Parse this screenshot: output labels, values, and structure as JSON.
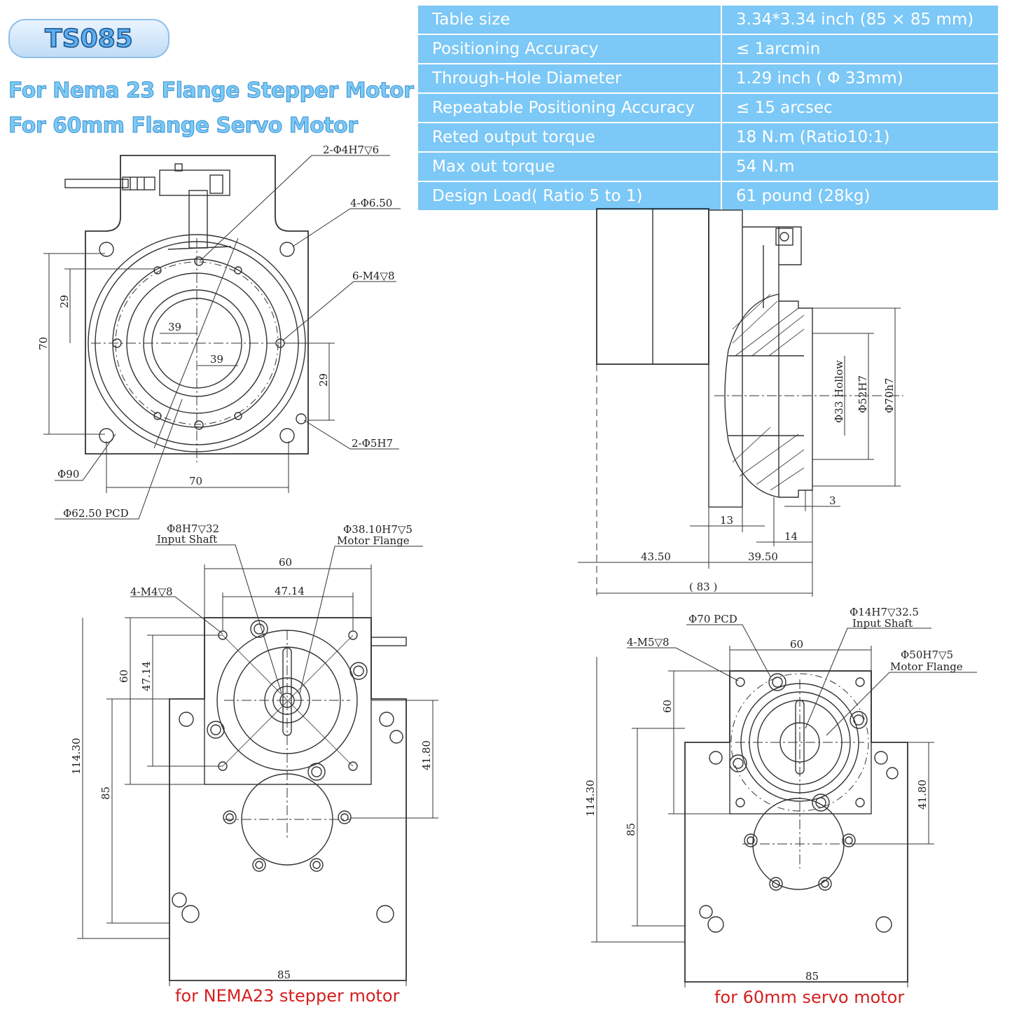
{
  "header": {
    "model": "TS085",
    "subtitle_1": "For Nema 23 Flange Stepper Motor",
    "subtitle_2": "For 60mm Flange Servo Motor"
  },
  "specs": [
    {
      "label": "Table size",
      "value": "3.34*3.34 inch (85 × 85 mm)"
    },
    {
      "label": "Positioning Accuracy",
      "value": "≤ 1arcmin"
    },
    {
      "label": "Through-Hole Diameter",
      "value": "1.29 inch ( Φ 33mm)"
    },
    {
      "label": "Repeatable Positioning Accuracy",
      "value": "≤ 15 arcsec"
    },
    {
      "label": "Reted output torque",
      "value": "18 N.m (Ratio10:1)"
    },
    {
      "label": "Max out torque",
      "value": "54 N.m"
    },
    {
      "label": "Design Load( Ratio 5 to 1)",
      "value": "61  pound (28kg)"
    }
  ],
  "top_view": {
    "callouts": [
      "2-Φ4H7▽6",
      "4-Φ6.50",
      "6-M4▽8",
      "2-Φ5H7",
      "Φ90",
      "Φ62.50 PCD"
    ],
    "dims": {
      "h29_left": "29",
      "h70": "70",
      "w39_top": "39",
      "w39_bottom": "39",
      "h29_right": "29",
      "w70": "70"
    }
  },
  "side_view": {
    "dims": {
      "hollow": "Φ33 Hollow",
      "d52": "Φ52H7",
      "d70": "Φ70h7",
      "d3": "3",
      "d13": "13",
      "d14": "14",
      "d43": "43.50",
      "d39": "39.50",
      "d83": "( 83 )"
    }
  },
  "stepper_view": {
    "callouts": {
      "shaft_1": "Φ8H7▽32",
      "shaft_2": "Input Shaft",
      "flange_1": "Φ38.10H7▽5",
      "flange_2": "Motor Flange",
      "holes": "4-M4▽8"
    },
    "dims": {
      "w60": "60",
      "w47": "47.14",
      "h60": "60",
      "h47": "47.14",
      "h114": "114.30",
      "h85": "85",
      "h41": "41.80",
      "w85": "85"
    },
    "caption": "for NEMA23 stepper motor"
  },
  "servo_view": {
    "callouts": {
      "pcd": "Φ70 PCD",
      "shaft_1": "Φ14H7▽32.5",
      "shaft_2": "Input Shaft",
      "flange_1": "Φ50H7▽5",
      "flange_2": "Motor Flange",
      "holes": "4-M5▽8"
    },
    "dims": {
      "w60": "60",
      "h60": "60",
      "h114": "114.30",
      "h85": "85",
      "h41": "41.80",
      "w85": "85"
    },
    "caption": "for 60mm servo motor"
  },
  "colors": {
    "table_bg": "#7cc8f6",
    "caption": "#d42020",
    "title": "#7ccaf5"
  }
}
